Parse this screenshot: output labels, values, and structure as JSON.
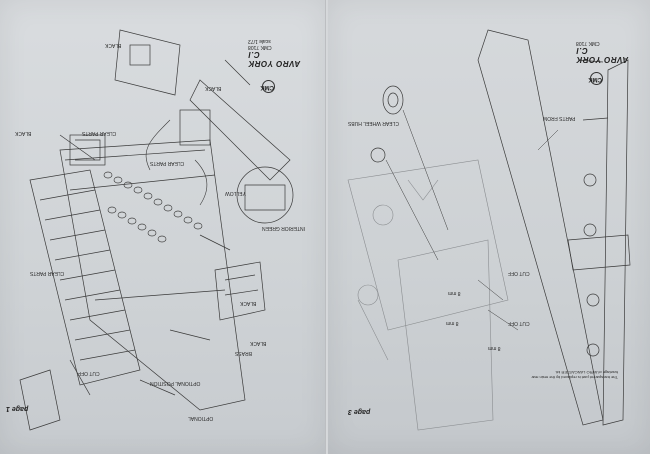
{
  "left_page": {
    "title": "AVRO YORK C.I",
    "kit_code": "CMK 7108",
    "scale": "scale 1/72",
    "logo": "CMK",
    "page_label": "page 1",
    "callouts": {
      "black_1": "BLACK",
      "black_2": "BLACK",
      "black_3": "BLACK",
      "black_4": "BLACK",
      "black_5": "BLACK",
      "clear_parts_1": "CLEAR PARTS",
      "clear_parts_2": "CLEAR PARTS",
      "clear_parts_3": "CLEAR PARTS",
      "yellow": "YELLOW",
      "interior_green": "INTERIOR GREEN",
      "optional_1": "OPTIONAL POSITION",
      "optional_2": "OPTIONAL",
      "cut_off": "CUT OFF",
      "brass": "BRASS"
    }
  },
  "right_page": {
    "title": "AVRO YORK C.I",
    "kit_code": "CMK 7108",
    "logo": "CMK",
    "page_label": "page 3",
    "callouts": {
      "cut_off_1": "CUT OFF",
      "cut_off_2": "CUT OFF",
      "dim_1": "8 mm",
      "dim_2": "8 mm",
      "dim_3": "8 mm",
      "wheel_note": "CLEAR WHEEL HUBS",
      "parts_from": "PARTS FROM",
      "note": "The transparent part is replaced by the resin rear fuselage of AVRO LANCASTER kit."
    }
  }
}
